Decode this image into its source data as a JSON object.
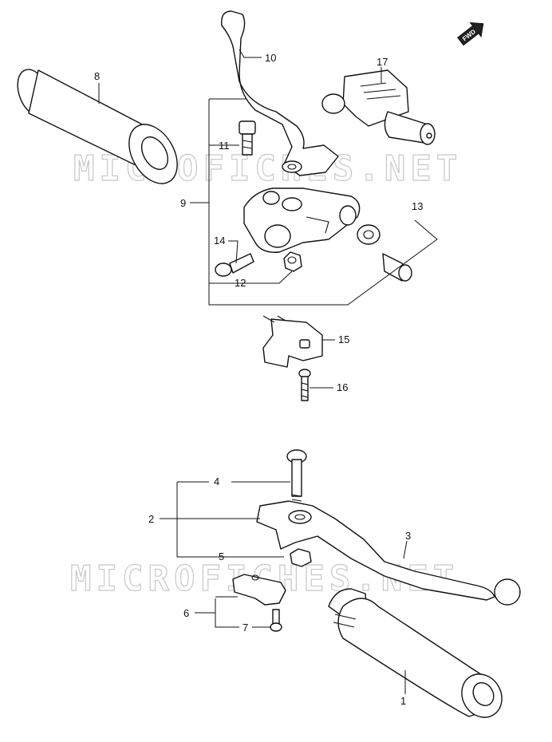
{
  "watermark": "MICROFICHES.NET",
  "fwd_label": "FWD",
  "callouts": [
    {
      "id": "1",
      "text": "1"
    },
    {
      "id": "2",
      "text": "2"
    },
    {
      "id": "3",
      "text": "3"
    },
    {
      "id": "4",
      "text": "4"
    },
    {
      "id": "5",
      "text": "5"
    },
    {
      "id": "6",
      "text": "6"
    },
    {
      "id": "7",
      "text": "7"
    },
    {
      "id": "8",
      "text": "8"
    },
    {
      "id": "9",
      "text": "9"
    },
    {
      "id": "10",
      "text": "10"
    },
    {
      "id": "11",
      "text": "11"
    },
    {
      "id": "12",
      "text": "12"
    },
    {
      "id": "13",
      "text": "13"
    },
    {
      "id": "14",
      "text": "14"
    },
    {
      "id": "15",
      "text": "15"
    },
    {
      "id": "16",
      "text": "16"
    },
    {
      "id": "17",
      "text": "17"
    }
  ]
}
